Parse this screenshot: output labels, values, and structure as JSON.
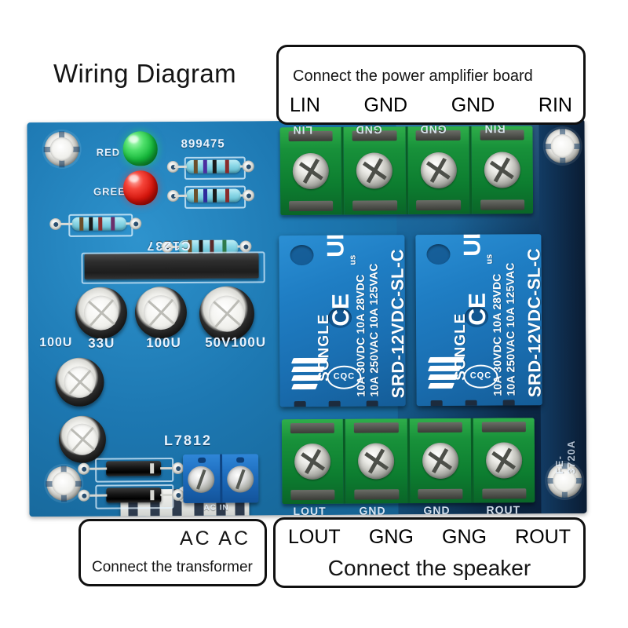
{
  "title": "Wiring Diagram",
  "callouts": {
    "power_amp": {
      "name": "power-amplifier-callout",
      "text": "Connect the power amplifier board",
      "pins": [
        "LIN",
        "GND",
        "GND",
        "RIN"
      ]
    },
    "transformer": {
      "name": "transformer-callout",
      "pins_line": "AC  AC",
      "text": "Connect the transformer"
    },
    "speaker": {
      "name": "speaker-callout",
      "pins": [
        "LOUT",
        "GNG",
        "GNG",
        "ROUT"
      ],
      "text": "Connect the speaker"
    }
  },
  "board": {
    "silkscreen": {
      "led_red_label": "RED",
      "led_green_label": "GREEN",
      "part_number": "899475",
      "ic_label": "C1237",
      "cap_33u": "33U",
      "cap_100u": "100U",
      "cap_50v100u": "50V100U",
      "regulator": "L7812",
      "board_code": "FE-3720A",
      "ac_in": "AC IN",
      "top_terminals": [
        "LIN",
        "GND",
        "GND",
        "RIN"
      ],
      "bottom_terminals": [
        "LOUT",
        "GND",
        "GND",
        "ROUT"
      ]
    },
    "relay": {
      "brand": "SONGLE",
      "model": "SRD-12VDC-SL-C",
      "spec_line_1": "10A 250VAC  10A 125VAC",
      "spec_line_2": "10A  30VDC  10A  28VDC",
      "mark_cqc": "CQC",
      "mark_ul": "UL",
      "mark_ce": "CE",
      "mark_us": "us"
    },
    "colors": {
      "pcb_blue": "#1d78b2",
      "pcb_dark": "#0c2340",
      "terminal_green": "#15913a",
      "terminal_blue": "#1d6cbd",
      "relay_blue": "#1f7ec4",
      "led_green": "#2bd45a",
      "led_red": "#e01a10",
      "silk_white": "#e8f3ff",
      "callout_border": "#101010"
    }
  }
}
